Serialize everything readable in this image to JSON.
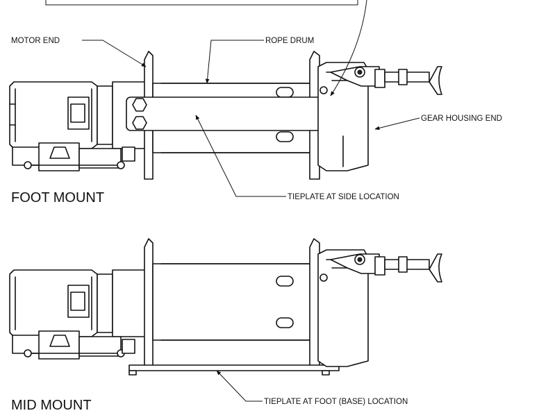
{
  "labels": {
    "motor_end": "MOTOR END",
    "rope_drum": "ROPE DRUM",
    "gear_housing_end": "GEAR HOUSING END",
    "tieplate_side": "TIEPLATE AT SIDE LOCATION",
    "tieplate_foot": "TIEPLATE AT FOOT (BASE) LOCATION"
  },
  "views": {
    "foot_mount": "FOOT MOUNT",
    "mid_mount": "MID MOUNT"
  }
}
